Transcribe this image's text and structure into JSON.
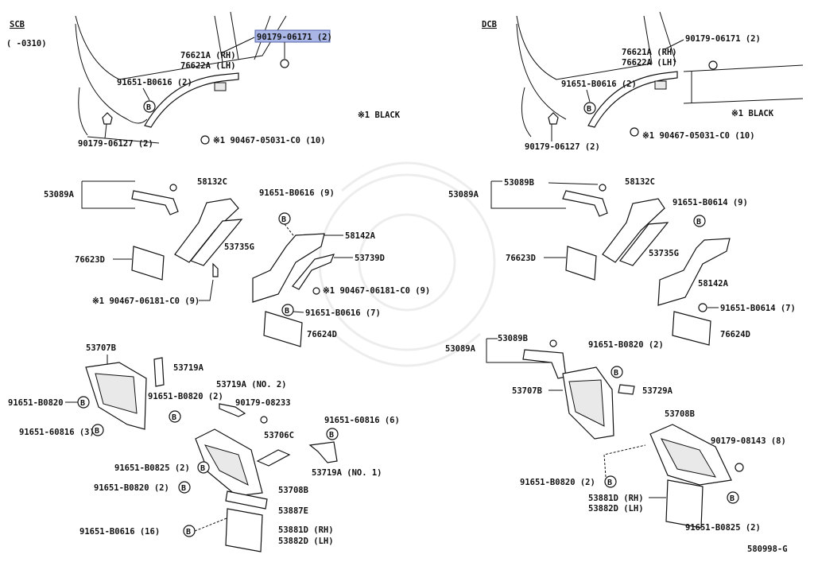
{
  "left_section": {
    "title": "SCB",
    "range": "(      -0310)",
    "note": "※1 BLACK",
    "highlighted_part": "90179-06171 (2)",
    "labels": {
      "p_76621A": "76621A (RH)",
      "p_76622A": "76622A (LH)",
      "p_91651_B0616_2": "91651-B0616 (2)",
      "p_90179_06127": "90179-06127 (2)",
      "p_90467_05031": "※1  90467-05031-C0 (10)",
      "p_53089A": "53089A",
      "p_58132C": "58132C",
      "p_53735G": "53735G",
      "p_76623D": "76623D",
      "p_90467_06181_a": "※1  90467-06181-C0 (9)",
      "p_91651_B0616_9": "91651-B0616 (9)",
      "p_58142A": "58142A",
      "p_53739D": "53739D",
      "p_90467_06181_b": "※1  90467-06181-C0 (9)",
      "p_91651_B0616_7": "91651-B0616 (7)",
      "p_76624D": "76624D",
      "p_53707B": "53707B",
      "p_53719A": "53719A",
      "p_91651_B0820_a": "91651-B0820",
      "p_91651_60816_3": "91651-60816 (3)",
      "p_91651_B0820_2a": "91651-B0820 (2)",
      "p_53719A_2": "53719A (NO. 2)",
      "p_90179_08233": "90179-08233",
      "p_91651_60816_6": "91651-60816 (6)",
      "p_53706C": "53706C",
      "p_53719A_1": "53719A (NO. 1)",
      "p_91651_B0825_2": "91651-B0825 (2)",
      "p_53708B": "53708B",
      "p_91651_B0820_2b": "91651-B0820 (2)",
      "p_53887E": "53887E",
      "p_91651_B0616_16": "91651-B0616 (16)",
      "p_53881D": "53881D (RH)",
      "p_53882D": "53882D (LH)"
    }
  },
  "right_section": {
    "title": "DCB",
    "note": "※1 BLACK",
    "labels": {
      "p_76621A": "76621A (RH)",
      "p_76622A": "76622A (LH)",
      "p_90179_06171": "90179-06171 (2)",
      "p_91651_B0616_2": "91651-B0616 (2)",
      "p_90179_06127": "90179-06127 (2)",
      "p_90467_05031": "※1  90467-05031-C0 (10)",
      "p_53089A": "53089A",
      "p_53089B": "53089B",
      "p_58132C": "58132C",
      "p_91651_B0614_9": "91651-B0614 (9)",
      "p_76623D": "76623D",
      "p_53735G": "53735G",
      "p_58142A": "58142A",
      "p_91651_B0614_7": "91651-B0614 (7)",
      "p_76624D": "76624D",
      "p_53089A_2": "53089A",
      "p_53089B_2": "53089B",
      "p_91651_B0820_2": "91651-B0820 (2)",
      "p_53729A": "53729A",
      "p_53707B": "53707B",
      "p_53708B": "53708B",
      "p_90179_08143": "90179-08143 (8)",
      "p_91651_B0820_2b": "91651-B0820 (2)",
      "p_53881D": "53881D (RH)",
      "p_53882D": "53882D (LH)",
      "p_91651_B0825_2": "91651-B0825 (2)"
    }
  },
  "footer": {
    "diagram_code": "580998-G"
  },
  "bolt_marker": "B",
  "colors": {
    "highlight": "#a9b6e6",
    "highlight_border": "#5566aa",
    "line": "#111111"
  }
}
